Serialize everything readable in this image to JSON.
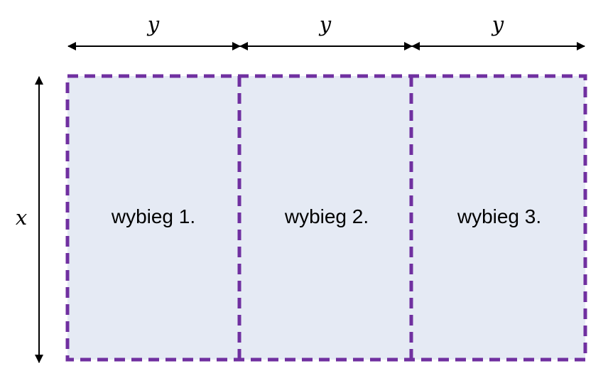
{
  "dimensions": {
    "width_label": "y",
    "height_label": "x"
  },
  "pens": [
    {
      "label": "wybieg 1."
    },
    {
      "label": "wybieg 2."
    },
    {
      "label": "wybieg 3."
    }
  ],
  "colors": {
    "fill": "#E5EAF4",
    "dash": "#7030A0",
    "arrow": "#000000"
  }
}
